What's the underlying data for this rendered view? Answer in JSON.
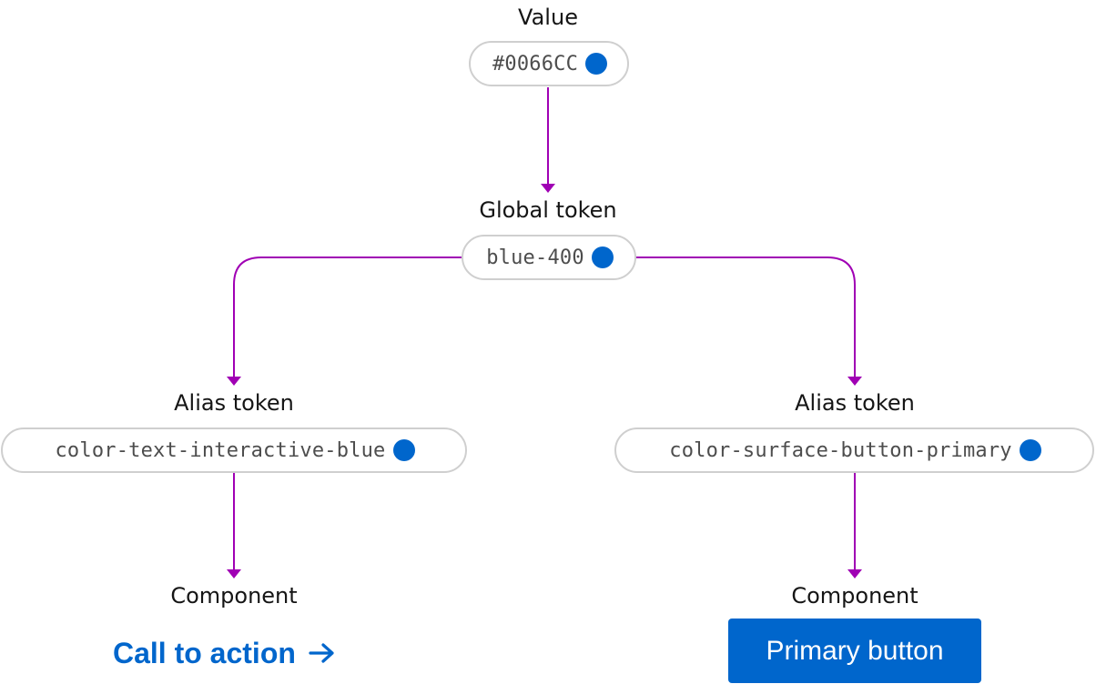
{
  "colors": {
    "token_blue": "#0066CC",
    "connector": "#A000B4",
    "pill_border": "#CFCFCF",
    "button_text": "#FFFFFF"
  },
  "value_node": {
    "label": "Value",
    "text": "#0066CC"
  },
  "global_node": {
    "label": "Global token",
    "text": "blue-400"
  },
  "alias_left": {
    "label": "Alias token",
    "text": "color-text-interactive-blue"
  },
  "alias_right": {
    "label": "Alias token",
    "text": "color-surface-button-primary"
  },
  "component_left": {
    "label": "Component",
    "link_text": "Call to action",
    "icon": "arrow-right-icon"
  },
  "component_right": {
    "label": "Component",
    "button_text": "Primary button"
  }
}
